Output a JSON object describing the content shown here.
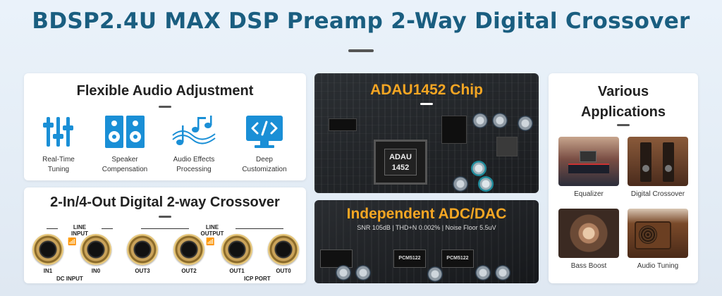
{
  "header": {
    "title": "BDSP2.4U MAX DSP Preamp 2-Way Digital Crossover"
  },
  "audio_card": {
    "title": "Flexible Audio Adjustment",
    "features": [
      {
        "label_1": "Real-Time",
        "label_2": "Tuning",
        "icon": "sliders-icon"
      },
      {
        "label_1": "Speaker",
        "label_2": "Compensation",
        "icon": "speaker-icon"
      },
      {
        "label_1": "Audio Effects",
        "label_2": "Processing",
        "icon": "music-notes-icon"
      },
      {
        "label_1": "Deep",
        "label_2": "Customization",
        "icon": "code-monitor-icon"
      }
    ],
    "accent": "#1a8fd6"
  },
  "crossover_card": {
    "title": "2-In/4-Out Digital 2-way Crossover",
    "input_group": {
      "line1": "LINE",
      "line2": "INPUT"
    },
    "output_group": {
      "line1": "LINE",
      "line2": "OUTPUT"
    },
    "ports": [
      "IN1",
      "IN0",
      "OUT3",
      "OUT2",
      "OUT1",
      "OUT0"
    ],
    "dc_label": "DC INPUT",
    "icp_label": "ICP PORT"
  },
  "chip_card": {
    "title": "ADAU1452 Chip",
    "chip_line1": "ADAU",
    "chip_line2": "1452"
  },
  "adc_card": {
    "title": "Independent ADC/DAC",
    "specs": "SNR 105dB | THD+N 0.002% | Noise Floor 5.5uV",
    "chip_a": "PCM5122",
    "chip_b": "PCM5122"
  },
  "apps_card": {
    "title_1": "Various",
    "title_2": "Applications",
    "items": [
      {
        "label": "Equalizer"
      },
      {
        "label": "Digital Crossover"
      },
      {
        "label": "Bass Boost"
      },
      {
        "label": "Audio Tuning"
      }
    ]
  },
  "colors": {
    "title": "#1a5e80",
    "highlight": "#f5a623"
  }
}
